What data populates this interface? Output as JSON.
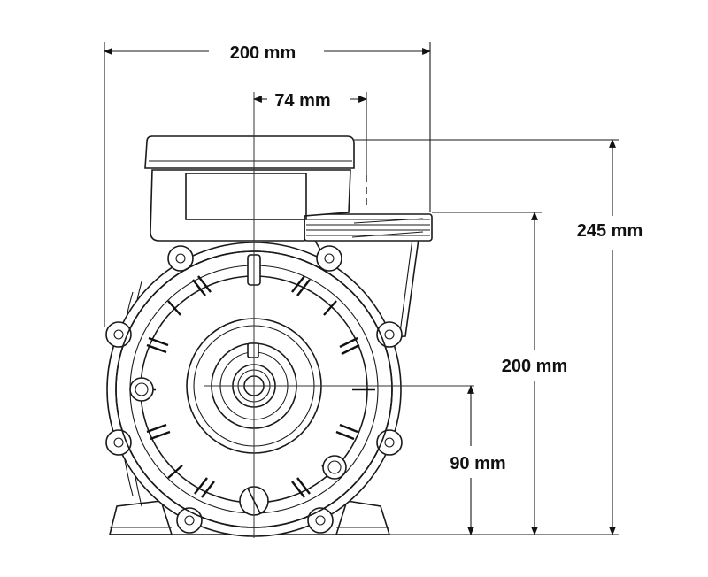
{
  "dimensions": {
    "overall_width": "200 mm",
    "terminal_box_offset": "74 mm",
    "overall_height": "245 mm",
    "outlet_height": "200 mm",
    "shaft_height": "90 mm"
  },
  "subject": "pump-front-view",
  "colors": {
    "line": "#1a1a1a",
    "background": "#ffffff"
  }
}
